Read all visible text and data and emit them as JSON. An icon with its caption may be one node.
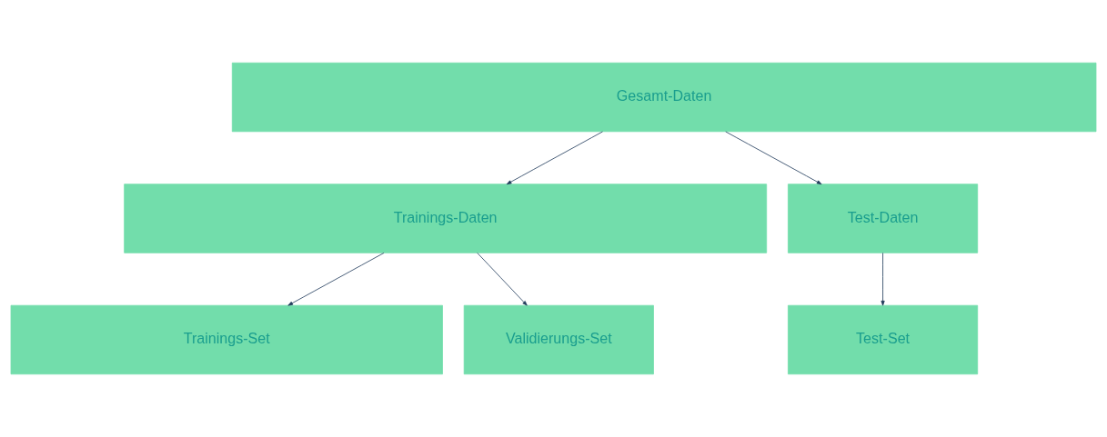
{
  "diagram": {
    "nodes": [
      {
        "text": [
          "Gesamt-Daten"
        ]
      },
      {
        "text": [
          "Trainings-Daten"
        ]
      },
      {
        "text": [
          "Test-Daten"
        ]
      },
      {
        "text": [
          "Trainings-Set"
        ]
      },
      {
        "text": [
          "Validierungs-Set"
        ]
      },
      {
        "text": [
          "Test-Set"
        ]
      }
    ],
    "edges": [
      {
        "from": 0,
        "to": 1,
        "arrow": "to"
      },
      {
        "from": 0,
        "to": 2,
        "arrow": "to"
      },
      {
        "from": 1,
        "to": 3,
        "arrow": "to"
      },
      {
        "from": 1,
        "to": 4,
        "arrow": "to"
      },
      {
        "from": 2,
        "to": 5,
        "arrow": "to"
      }
    ]
  }
}
